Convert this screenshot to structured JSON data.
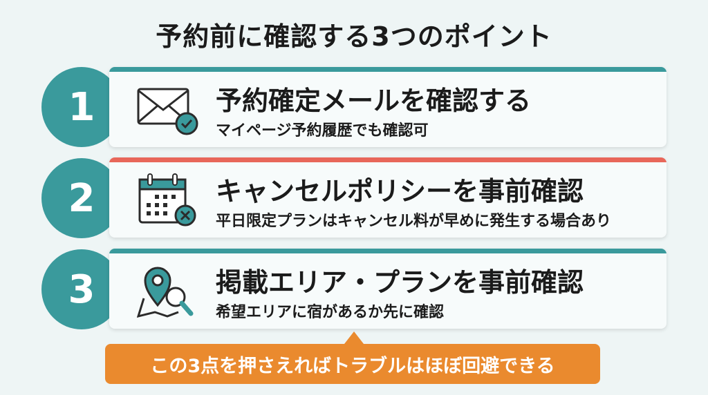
{
  "title": "予約前に確認する3つのポイント",
  "colors": {
    "teal": "#3a9a9c",
    "red": "#e8675a",
    "orange": "#ea8a2e"
  },
  "points": [
    {
      "number": "1",
      "icon": "envelope-check-icon",
      "heading": "予約確定メールを確認する",
      "sub": "マイページ予約履歴でも確認可"
    },
    {
      "number": "2",
      "icon": "calendar-cancel-icon",
      "heading": "キャンセルポリシーを事前確認",
      "sub": "平日限定プランはキャンセル料が早めに発生する場合あり"
    },
    {
      "number": "3",
      "icon": "map-pin-search-icon",
      "heading": "掲載エリア・プランを事前確認",
      "sub": "希望エリアに宿があるか先に確認"
    }
  ],
  "callout": "この3点を押さえればトラブルはほぼ回避できる"
}
